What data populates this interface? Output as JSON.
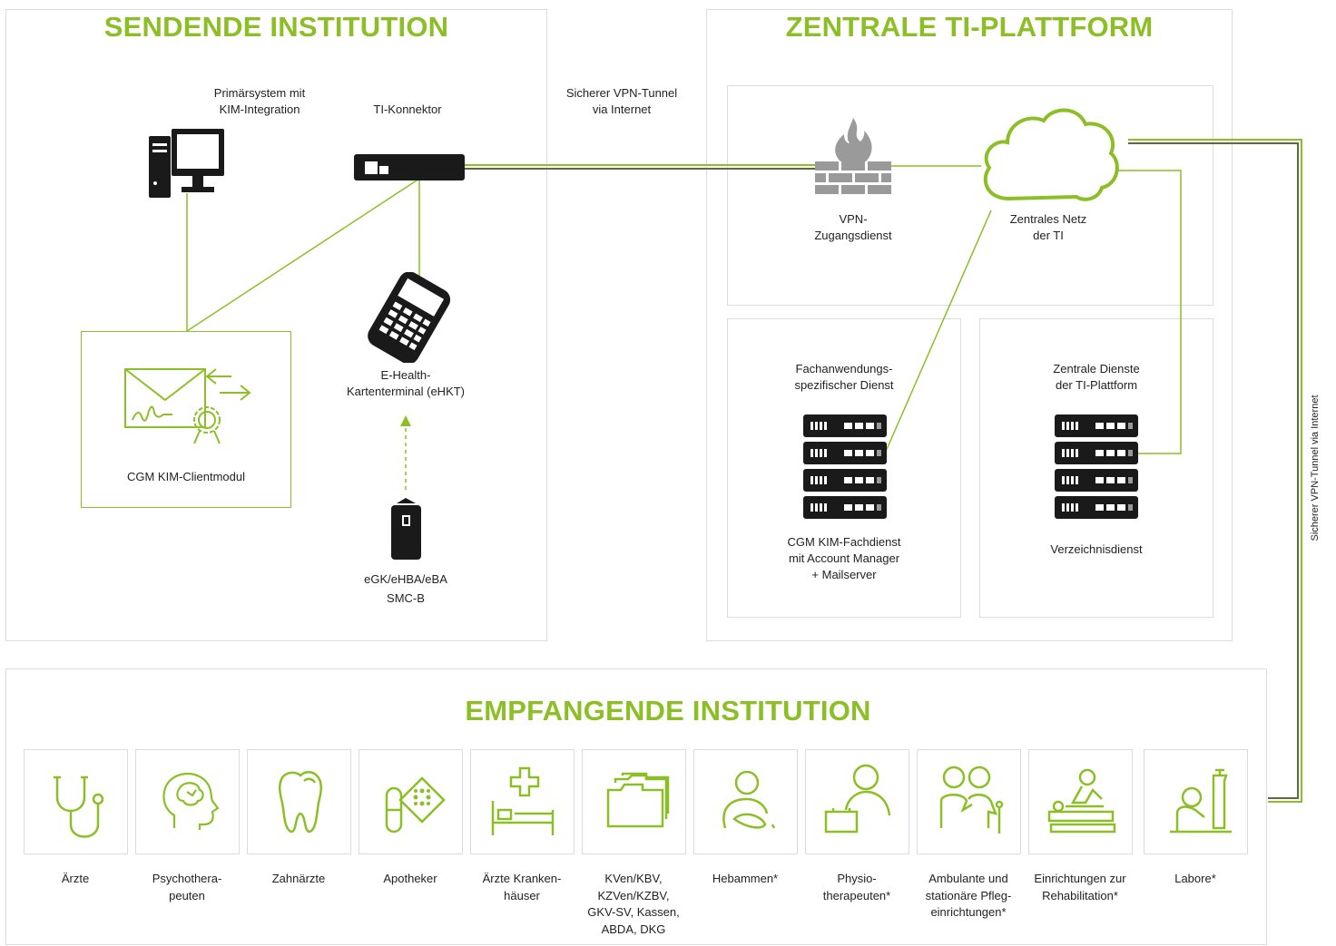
{
  "sections": {
    "sending": "SENDENDE INSTITUTION",
    "platform": "ZENTRALE TI-PLATTFORM",
    "receiving": "EMPFANGENDE INSTITUTION"
  },
  "sending": {
    "primary_system": "Primärsystem mit\nKIM-Integration",
    "connector": "TI-Konnektor",
    "client_module": "CGM KIM-Clientmodul",
    "terminal": "E-Health-\nKartenterminal (eHKT)",
    "cards_line1": "eGK/eHBA/eBA",
    "cards_line2": "SMC-B"
  },
  "tunnel": {
    "top": "Sicherer VPN-Tunnel\nvia Internet",
    "side": "Sicherer VPN-Tunnel via Internet"
  },
  "platform": {
    "vpn": "VPN-\nZugangsdienst",
    "network": "Zentrales Netz\nder TI",
    "specific_service": "Fachanwendungs-\nspezifischer Dienst",
    "central_services": "Zentrale Dienste\nder TI-Plattform",
    "kim_service": "CGM KIM-Fachdienst\nmit Account Manager\n+ Mailserver",
    "directory": "Verzeichnisdienst"
  },
  "recipients": [
    {
      "label": "Ärzte",
      "icon": "stethoscope-icon"
    },
    {
      "label": "Psychothera-\npeuten",
      "icon": "brain-head-icon"
    },
    {
      "label": "Zahnärzte",
      "icon": "tooth-icon"
    },
    {
      "label": "Apotheker",
      "icon": "pills-icon"
    },
    {
      "label": "Ärzte Kranken-\nhäuser",
      "icon": "hospital-bed-icon"
    },
    {
      "label": "KVen/KBV,\nKZVen/KZBV,\nGKV-SV, Kassen,\nABDA, DKG",
      "icon": "folders-icon"
    },
    {
      "label": "Hebammen*",
      "icon": "midwife-icon"
    },
    {
      "label": "Physio-\ntherapeuten*",
      "icon": "physio-icon"
    },
    {
      "label": "Ambulante und\nstationäre Pfleg-\neinrichtungen*",
      "icon": "care-icon"
    },
    {
      "label": "Einrichtungen zur\nRehabilitation*",
      "icon": "rehab-icon"
    },
    {
      "label": "Labore*",
      "icon": "lab-icon"
    }
  ],
  "colors": {
    "accent": "#8cbf26",
    "dark": "#1a1a1a",
    "gray": "#9a9a9a",
    "border": "#dcdcdc"
  }
}
